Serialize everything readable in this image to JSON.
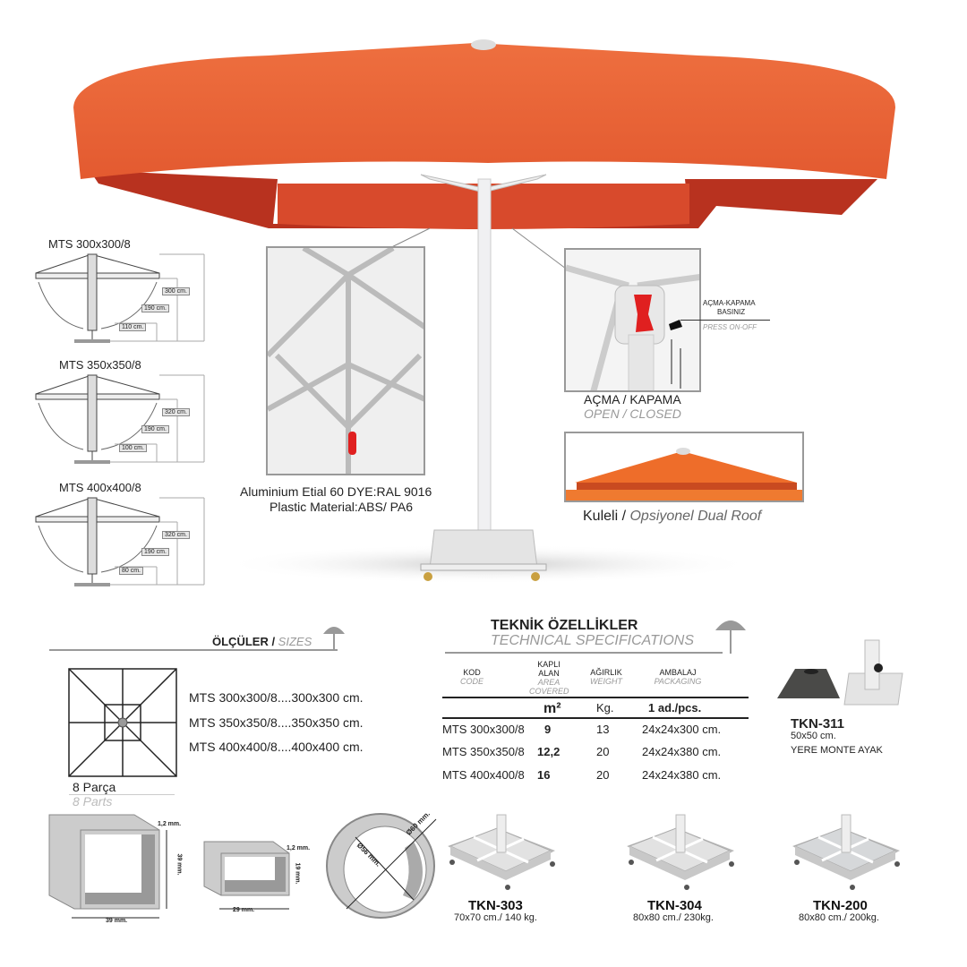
{
  "left_diagrams": [
    {
      "title": "MTS 300x300/8",
      "total": "300 cm.",
      "clear": "190 cm.",
      "low": "110 cm."
    },
    {
      "title": "MTS 350x350/8",
      "total": "320 cm.",
      "clear": "190 cm.",
      "low": "100 cm."
    },
    {
      "title": "MTS 400x400/8",
      "total": "320 cm.",
      "clear": "190 cm.",
      "low": "80 cm."
    }
  ],
  "material": {
    "line1": "Aluminium Etial 60 DYE:RAL 9016",
    "line2": "Plastic Material:ABS/ PA6"
  },
  "mechanism": {
    "press_tr": "AÇMA-KAPAMA",
    "press_tr2": "BASINIZ",
    "press_en": "PRESS ON-OFF",
    "title_tr": "AÇMA / KAPAMA",
    "title_en": "OPEN / CLOSED"
  },
  "dual_roof": {
    "tr": "Kuleli",
    "sep": " / ",
    "en": "Opsiyonel Dual Roof"
  },
  "sizes": {
    "title_tr": "ÖLÇÜLER / ",
    "title_en": "SIZES",
    "items": [
      "MTS 300x300/8....300x300 cm.",
      "MTS 350x350/8....350x350 cm.",
      "MTS 400x400/8....400x400 cm."
    ],
    "parts_tr": "8 Parça",
    "parts_en": "8 Parts"
  },
  "specs": {
    "title_tr": "TEKNİK ÖZELLİKLER",
    "title_en": "TECHNICAL SPECIFICATIONS",
    "headers": [
      {
        "tr": "KOD",
        "en": "CODE"
      },
      {
        "tr": "KAPLI ALAN",
        "en": "AREA COVERED"
      },
      {
        "tr": "AĞIRLIK",
        "en": "WEIGHT"
      },
      {
        "tr": "AMBALAJ",
        "en": "PACKAGING"
      }
    ],
    "units": [
      "m²",
      "Kg.",
      "1 ad./pcs."
    ],
    "rows": [
      {
        "code": "MTS 300x300/8",
        "area": "9",
        "weight": "13",
        "pack": "24x24x300 cm."
      },
      {
        "code": "MTS 350x350/8",
        "area": "12,2",
        "weight": "20",
        "pack": "24x24x380 cm."
      },
      {
        "code": "MTS 400x400/8",
        "area": "16",
        "weight": "20",
        "pack": "24x24x380 cm."
      }
    ]
  },
  "tkn311": {
    "code": "TKN-311",
    "size": "50x50 cm.",
    "desc": "YERE MONTE AYAK"
  },
  "profiles": {
    "p1_wall": "1,2 mm.",
    "p1_h": "39 mm.",
    "p1_w": "39 mm.",
    "p2_wall": "1,2 mm.",
    "p2_h": "19 mm.",
    "p2_w": "29 mm.",
    "p3_inner": "Ø56 mm.",
    "p3_outer": "Ø60 mm."
  },
  "bases": [
    {
      "code": "TKN-303",
      "desc": "70x70 cm./ 140 kg."
    },
    {
      "code": "TKN-304",
      "desc": "80x80 cm./ 230kg."
    },
    {
      "code": "TKN-200",
      "desc": "80x80 cm./ 200kg."
    }
  ],
  "colors": {
    "canopy": "#e8643a",
    "canopy_dark": "#c9452a",
    "handle": "#e02020"
  }
}
